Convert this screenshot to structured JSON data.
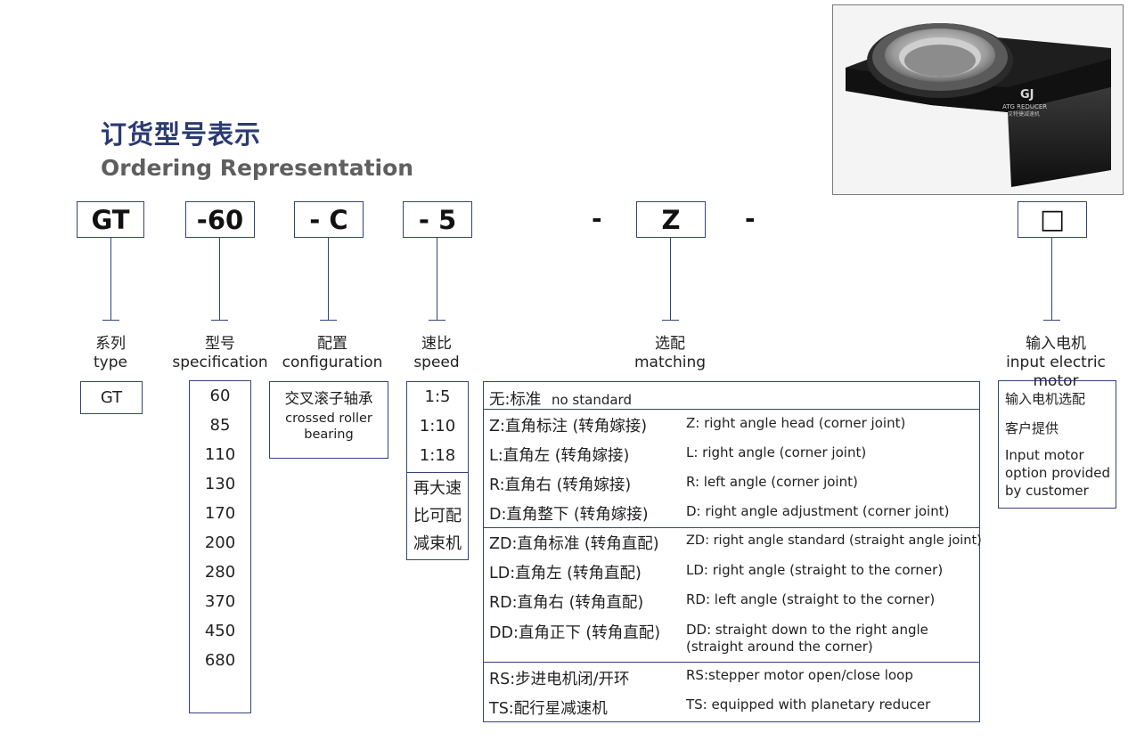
{
  "title": {
    "cn": "订货型号表示",
    "en": "Ordering  Representation"
  },
  "photo": {
    "brand": "GJ",
    "brand_sub": "ATG REDUCER",
    "brand_cn": "艾特捷减速机"
  },
  "codes": {
    "c1": "GT",
    "c2": "-60",
    "c3": "- C",
    "c4": "- 5",
    "dash1": "-",
    "c5": "Z",
    "dash2": "-",
    "c6": "□"
  },
  "labels": {
    "type": {
      "cn": "系列",
      "en": "type"
    },
    "spec": {
      "cn": "型号",
      "en": "specification"
    },
    "config": {
      "cn": "配置",
      "en": "configuration"
    },
    "speed": {
      "cn": "速比",
      "en": "speed"
    },
    "matching": {
      "cn": "选配",
      "en": "matching"
    },
    "motor": {
      "cn": "输入电机",
      "en": "input electric motor"
    }
  },
  "type_value": "GT",
  "specifications": [
    "60",
    "85",
    "110",
    "130",
    "170",
    "200",
    "280",
    "370",
    "450",
    "680"
  ],
  "configuration": {
    "cn": "交叉滚子轴承",
    "en_line1": "crossed roller",
    "en_line2": "bearing"
  },
  "speed": {
    "ratios": [
      "1:5",
      "1:10",
      "1:18"
    ],
    "note": [
      "再大速",
      "比可配",
      "减束机"
    ]
  },
  "matching": {
    "standard": {
      "code": "无:标准",
      "desc": "no standard"
    },
    "rows": [
      {
        "code": "Z:直角标注 (转角嫁接)",
        "desc": "Z: right angle head (corner joint)"
      },
      {
        "code": "L:直角左 (转角嫁接)",
        "desc": "L: right angle (corner joint)"
      },
      {
        "code": "R:直角右 (转角嫁接)",
        "desc": "R: left angle (corner joint)"
      },
      {
        "code": "D:直角整下 (转角嫁接)",
        "desc": "D: right angle adjustment (corner joint)"
      },
      {
        "code": "ZD:直角标准 (转角直配)",
        "desc": "ZD: right angle standard (straight angle joint)"
      },
      {
        "code": "LD:直角左 (转角直配)",
        "desc": "LD: right angle (straight to the corner)"
      },
      {
        "code": "RD:直角右 (转角直配)",
        "desc": "RD: left angle (straight to the corner)"
      },
      {
        "code": "DD:直角正下 (转角直配)",
        "desc1": "DD: straight down to the right angle",
        "desc2": "(straight around the corner)"
      },
      {
        "code": "RS:步进电机闭/开环",
        "desc": "RS:stepper motor open/close loop"
      },
      {
        "code": "TS:配行星减速机",
        "desc": "TS: equipped with planetary reducer"
      }
    ]
  },
  "motor_note": {
    "cn1": "输入电机选配",
    "cn2": "客户提供",
    "en1": "Input motor",
    "en2": "option provided",
    "en3": "by customer"
  },
  "colors": {
    "accent": "#2a3a72",
    "line": "#34427a",
    "subtitle": "#5f5f5f"
  }
}
